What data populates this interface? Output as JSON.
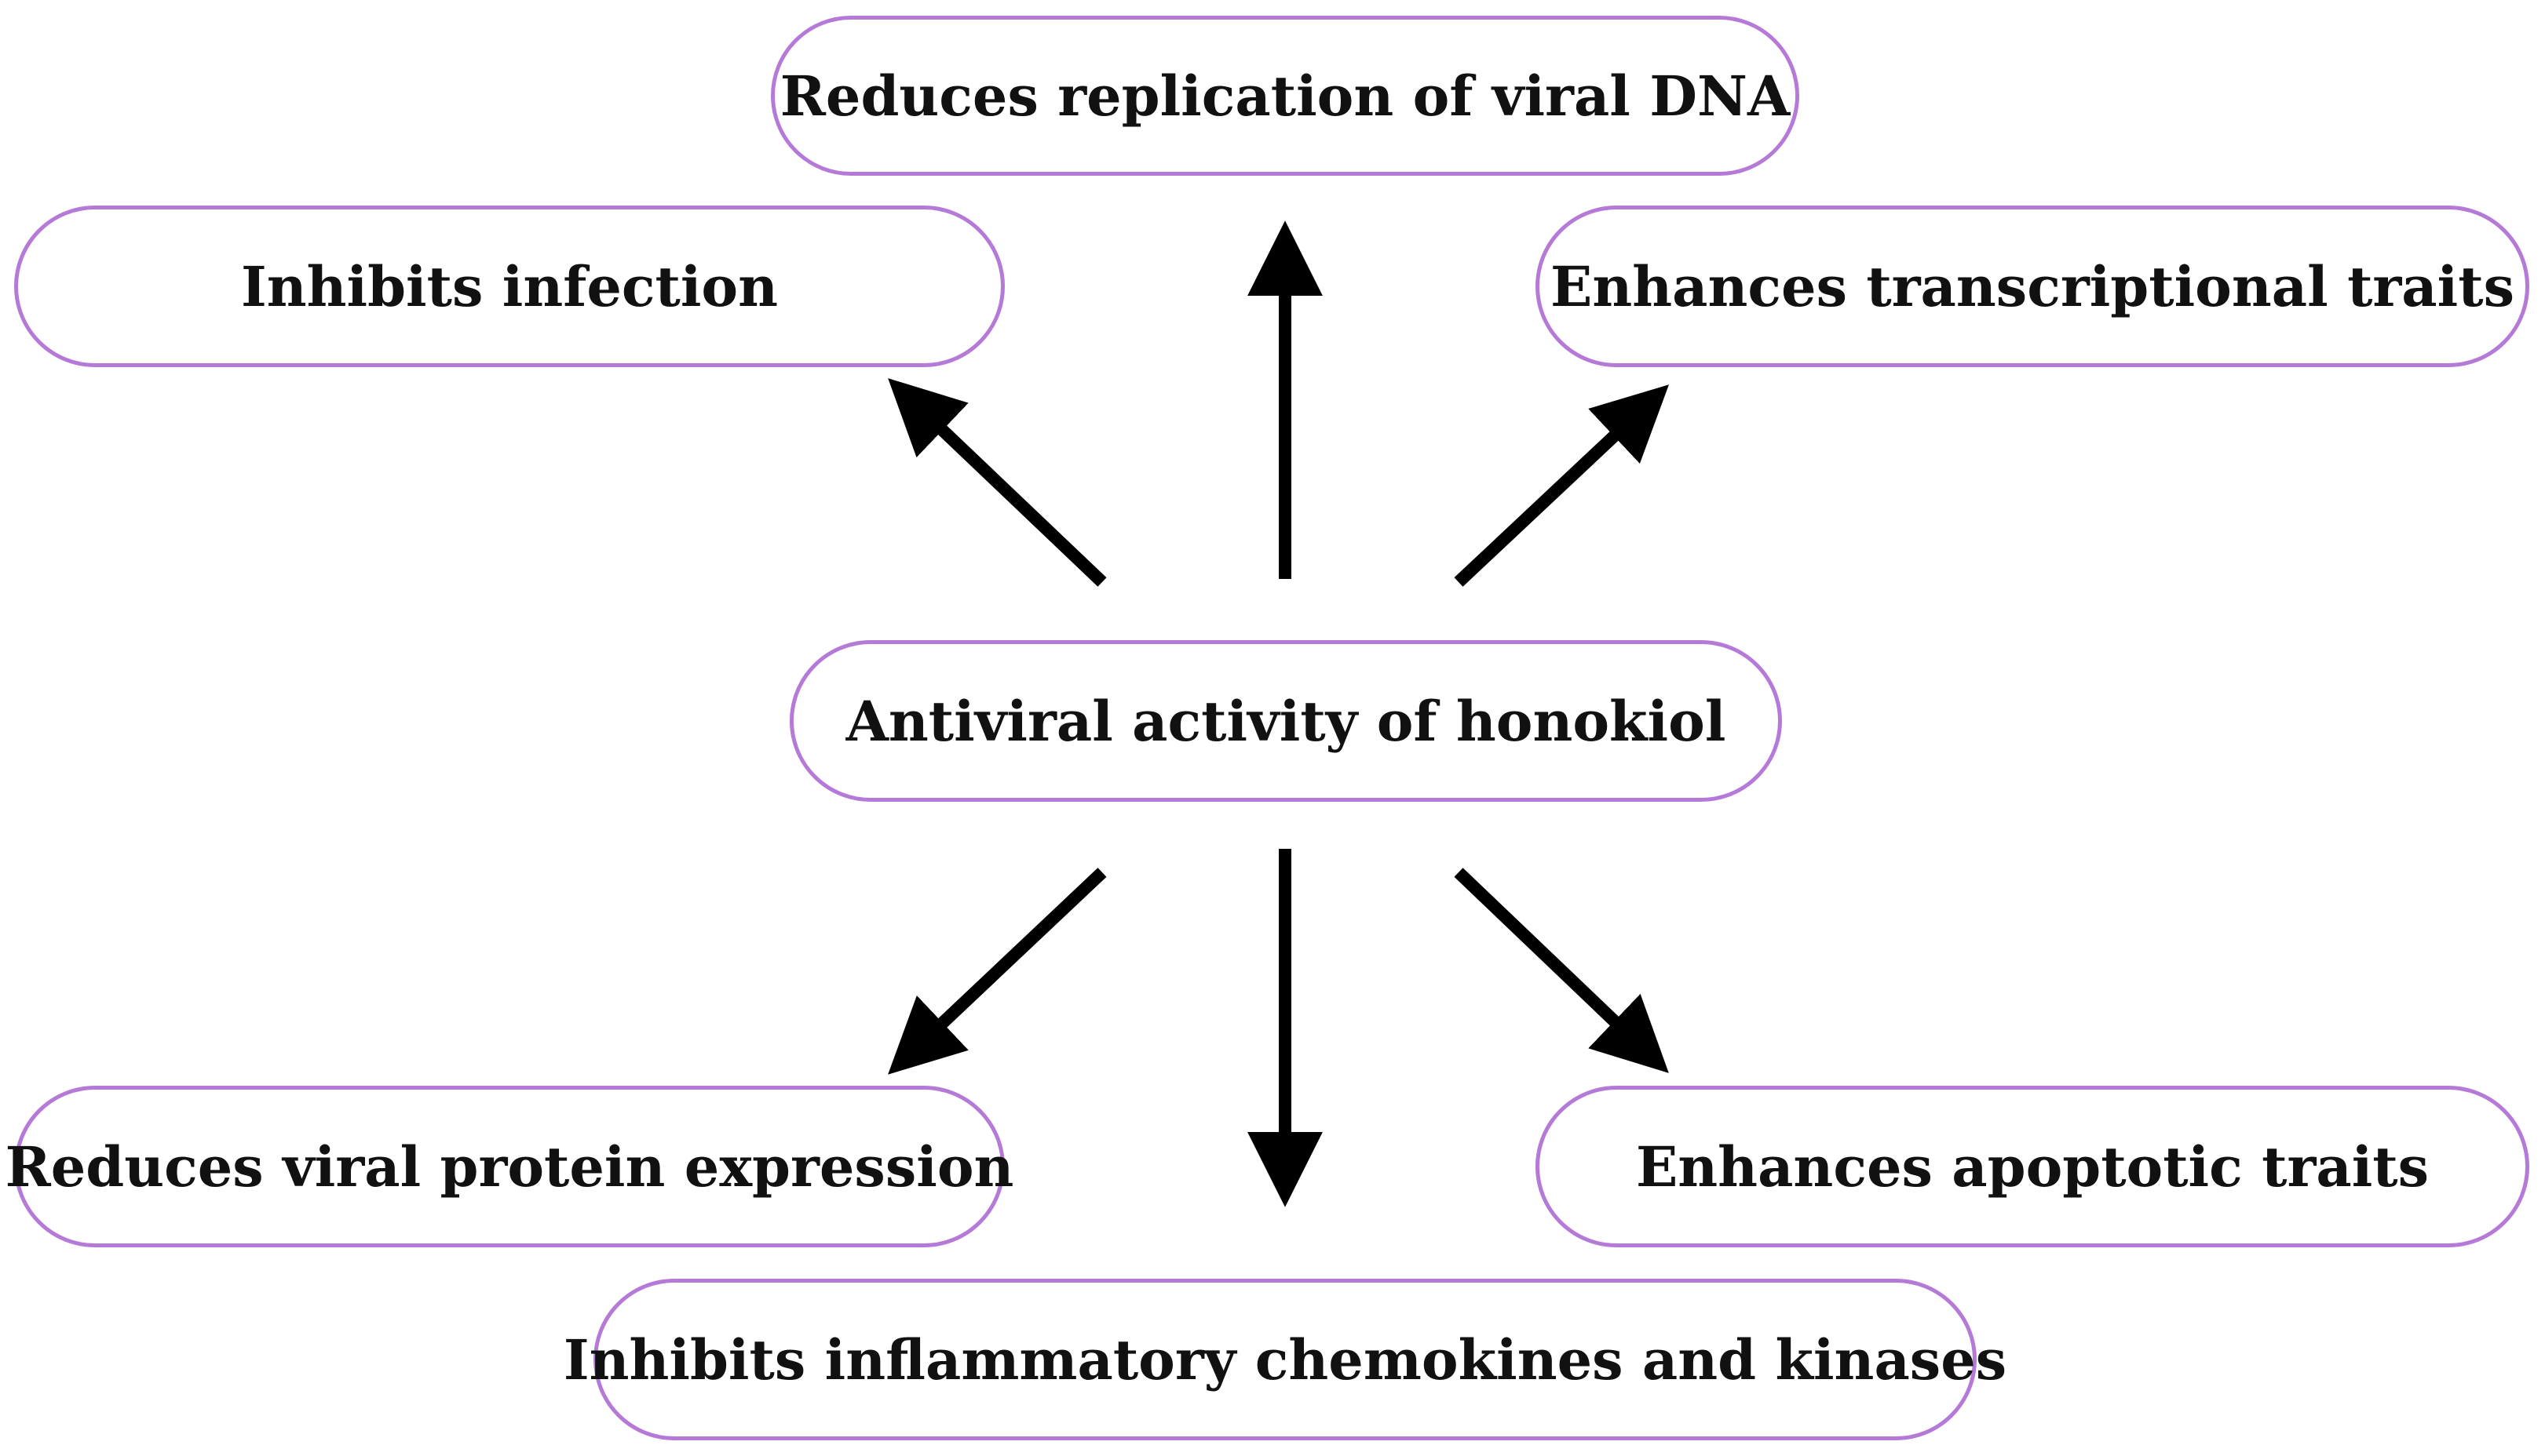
{
  "diagram": {
    "center": "Antiviral activity of honokiol",
    "effects": {
      "replication": "Reduces replication of viral DNA",
      "infection": "Inhibits infection",
      "transcription": "Enhances transcriptional traits",
      "protein": "Reduces viral protein expression",
      "apoptosis": "Enhances apoptotic traits",
      "inflammation": "Inhibits inflammatory chemokines and kinases"
    }
  },
  "colors": {
    "box_border": "#b57ad8",
    "arrow": "#000000",
    "text": "#111111",
    "background": "#ffffff"
  }
}
